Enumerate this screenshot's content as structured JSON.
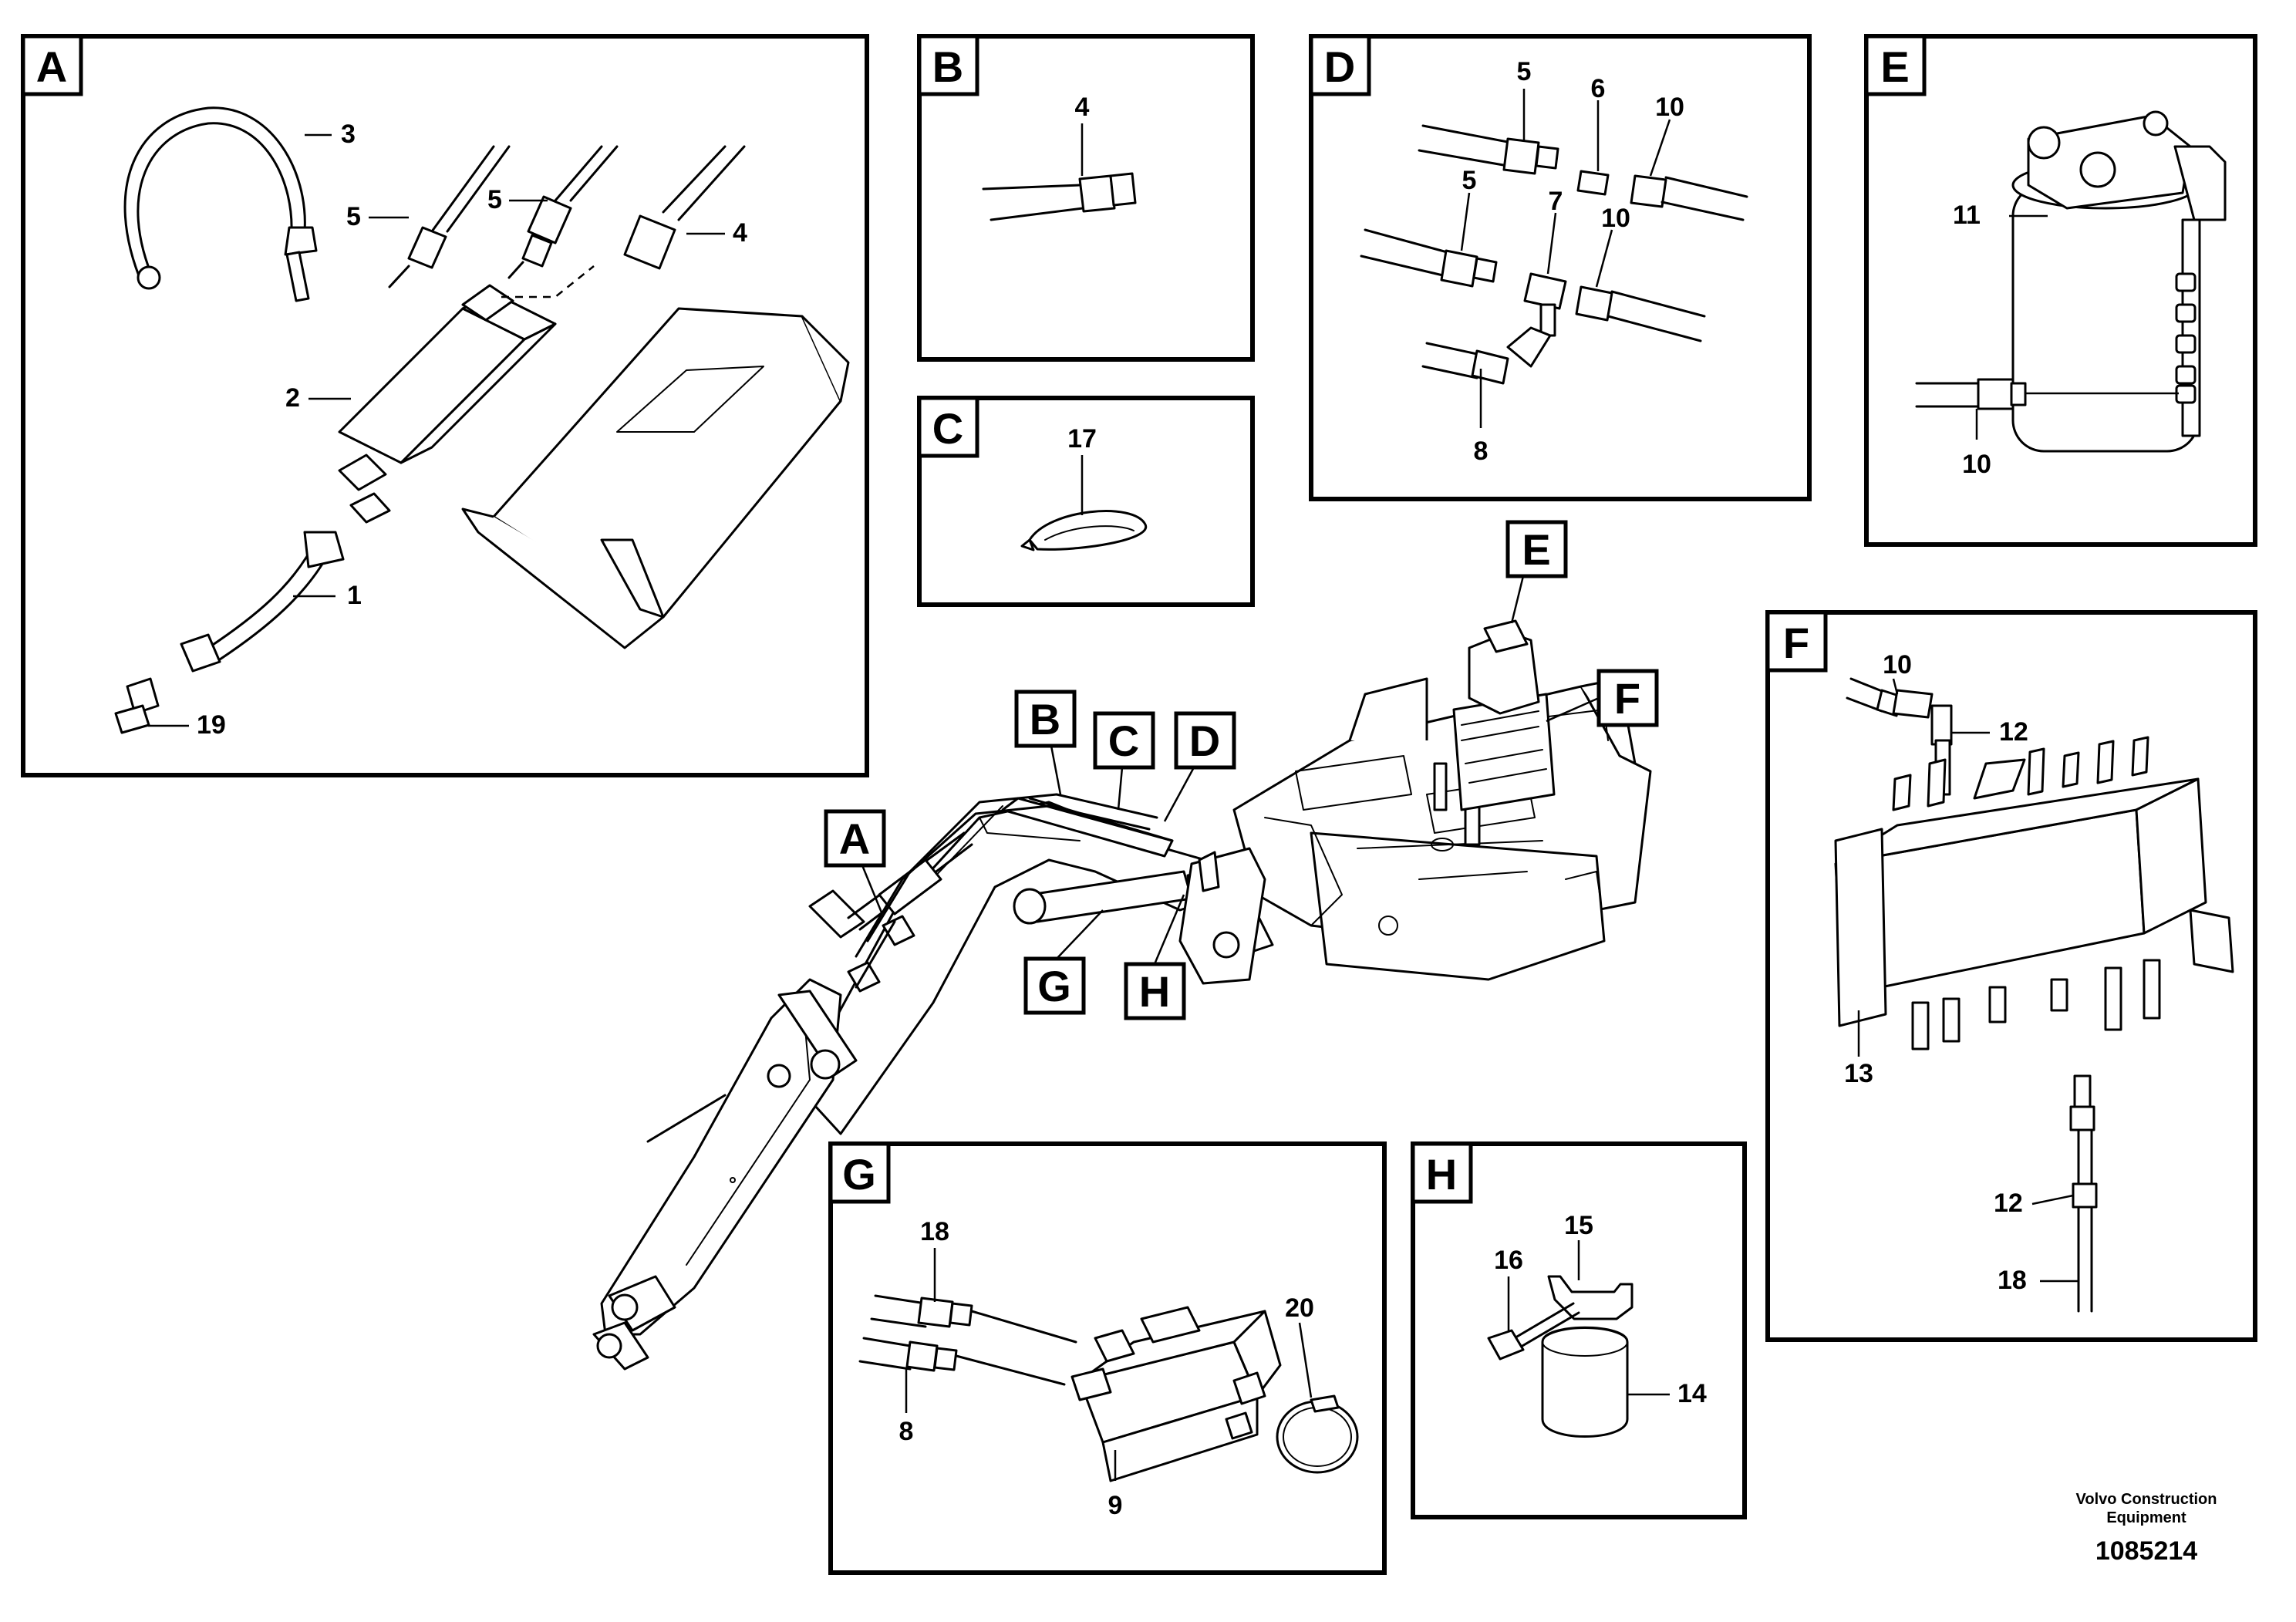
{
  "panels": {
    "A": {
      "letter": "A",
      "callouts": [
        "3",
        "5",
        "5",
        "4",
        "2",
        "1",
        "19"
      ]
    },
    "B": {
      "letter": "B",
      "callouts": [
        "4"
      ]
    },
    "C": {
      "letter": "C",
      "callouts": [
        "17"
      ]
    },
    "D": {
      "letter": "D",
      "callouts": [
        "5",
        "6",
        "10",
        "5",
        "7",
        "10",
        "8"
      ]
    },
    "E": {
      "letter": "E",
      "callouts": [
        "11",
        "10"
      ]
    },
    "F": {
      "letter": "F",
      "callouts": [
        "10",
        "12",
        "13",
        "12",
        "18"
      ]
    },
    "G": {
      "letter": "G",
      "callouts": [
        "18",
        "20",
        "8",
        "9"
      ]
    },
    "H": {
      "letter": "H",
      "callouts": [
        "15",
        "16",
        "14"
      ]
    }
  },
  "overview_labels": [
    "A",
    "B",
    "C",
    "D",
    "E",
    "F",
    "G",
    "H"
  ],
  "footer": {
    "brand_line1": "Volvo Construction",
    "brand_line2": "Equipment",
    "drawing_id": "1085214"
  }
}
